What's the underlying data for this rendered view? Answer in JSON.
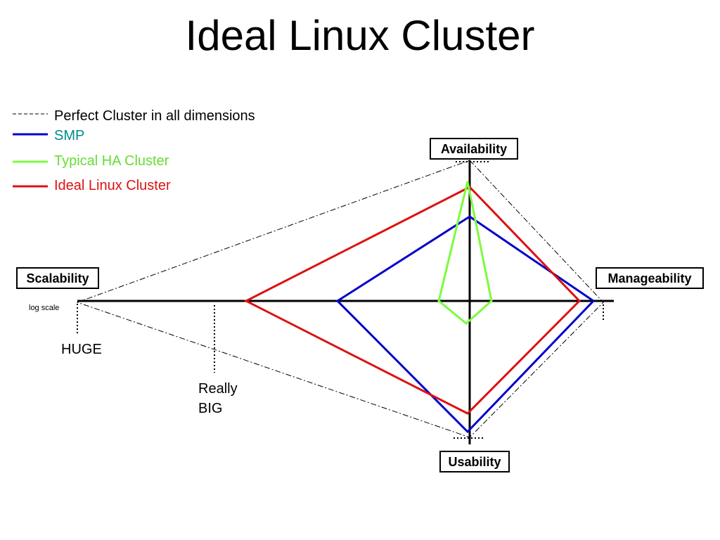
{
  "title": "Ideal Linux Cluster",
  "legend": [
    {
      "label": "Perfect Cluster in all dimensions",
      "color": "#000000",
      "style": "dashed",
      "text_color": "#000000"
    },
    {
      "label": "SMP",
      "color": "#0000cc",
      "style": "solid",
      "text_color": "#008b8b"
    },
    {
      "label": "Typical HA Cluster",
      "color": "#7cfc3c",
      "style": "solid",
      "text_color": "#66dd33"
    },
    {
      "label": "Ideal Linux Cluster",
      "color": "#dd1111",
      "style": "solid",
      "text_color": "#dd1111"
    }
  ],
  "axes": {
    "top": "Availability",
    "left": "Scalability",
    "right": "Manageability",
    "bottom": "Usability"
  },
  "scale_note": "log scale",
  "markers": {
    "huge": "HUGE",
    "really_big_line1": "Really",
    "really_big_line2": "BIG"
  }
}
